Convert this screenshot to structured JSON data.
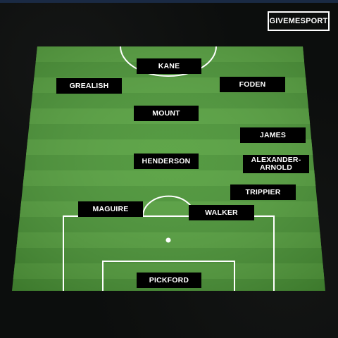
{
  "brand": {
    "label": "GIVEMESPORT"
  },
  "colors": {
    "background": "#0c0e0d",
    "pitch_light": "#4f9a3a",
    "pitch_dark": "#3f8530",
    "lines": "#ffffff",
    "label_bg": "#000000",
    "label_text": "#ffffff"
  },
  "players": {
    "kane": "KANE",
    "grealish": "GREALISH",
    "foden": "FODEN",
    "mount": "MOUNT",
    "james": "JAMES",
    "henderson": "HENDERSON",
    "alexander_arnold": "ALEXANDER-ARNOLD",
    "trippier": "TRIPPIER",
    "maguire": "MAGUIRE",
    "walker": "WALKER",
    "pickford": "PICKFORD"
  }
}
